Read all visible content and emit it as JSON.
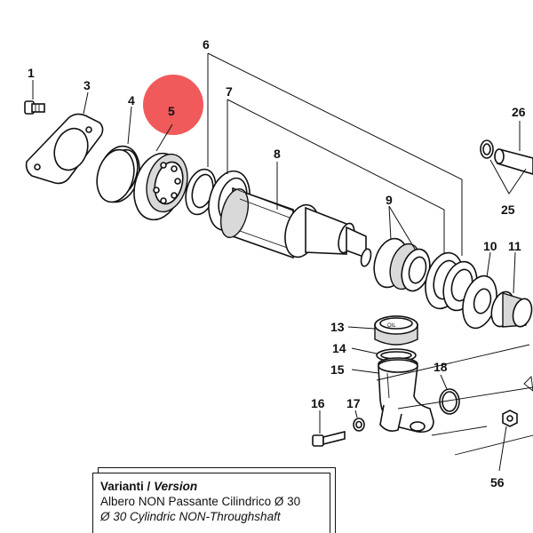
{
  "callouts": [
    {
      "id": "1",
      "label": "1"
    },
    {
      "id": "3",
      "label": "3"
    },
    {
      "id": "4",
      "label": "4"
    },
    {
      "id": "5",
      "label": "5"
    },
    {
      "id": "6",
      "label": "6"
    },
    {
      "id": "7",
      "label": "7"
    },
    {
      "id": "8",
      "label": "8"
    },
    {
      "id": "9",
      "label": "9"
    },
    {
      "id": "10",
      "label": "10"
    },
    {
      "id": "11",
      "label": "11"
    },
    {
      "id": "13",
      "label": "13"
    },
    {
      "id": "14",
      "label": "14"
    },
    {
      "id": "15",
      "label": "15"
    },
    {
      "id": "16",
      "label": "16"
    },
    {
      "id": "17",
      "label": "17"
    },
    {
      "id": "18",
      "label": "18"
    },
    {
      "id": "25",
      "label": "25"
    },
    {
      "id": "26",
      "label": "26"
    },
    {
      "id": "56",
      "label": "56"
    }
  ],
  "highlight": {
    "callout": "5",
    "color": "#f05a5a"
  },
  "cap_text": "OIL",
  "variant_box": {
    "label_it": "Varianti",
    "separator": "/",
    "label_en": "Version",
    "line_it": "Albero NON Passante Cilindrico Ø 30",
    "line_en": "Ø 30 Cylindric NON-Throughshaft"
  }
}
